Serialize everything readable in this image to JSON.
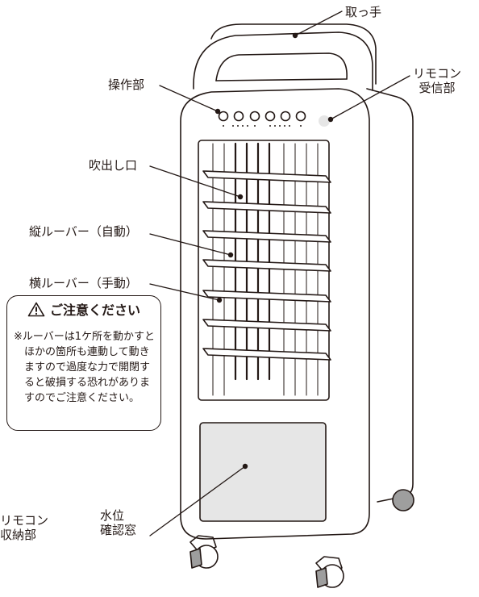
{
  "labels": {
    "handle": "取っ手",
    "control_panel": "操作部",
    "remote_receiver": [
      "リモコン",
      "受信部"
    ],
    "outlet": "吹出し口",
    "vertical_louver": "縦ルーバー（自動）",
    "horizontal_louver": "横ルーバー（手動）",
    "remote_storage": [
      "リモコン",
      "収納部"
    ],
    "water_level_window": [
      "水位",
      "確認窓"
    ]
  },
  "caution": {
    "title": "ご注意ください",
    "text": "※ルーバーは1ケ所を動かすとほかの箇所も連動して動きますので過度な力で開閉すると破損する恐れがありますのでご注意ください。"
  },
  "colors": {
    "line": "#231815",
    "fill_gray": "#e6e6e6",
    "body": "#ffffff"
  }
}
